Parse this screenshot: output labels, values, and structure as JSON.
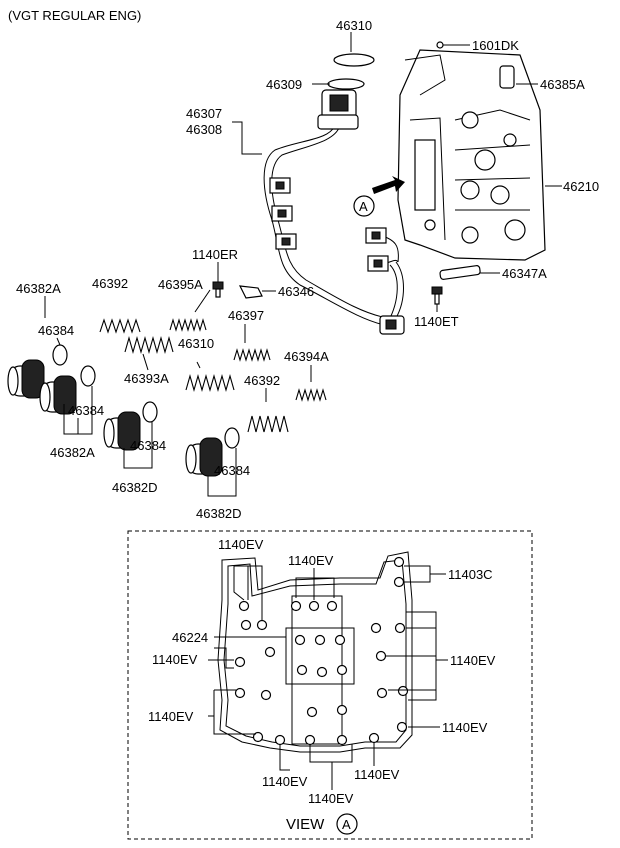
{
  "header": {
    "title": "(VGT REGULAR ENG)"
  },
  "callouts": {
    "p46310_top": "46310",
    "p1601DK": "1601DK",
    "p46309": "46309",
    "p46385A": "46385A",
    "p46307": "46307",
    "p46308": "46308",
    "p46210": "46210",
    "p1140ER": "1140ER",
    "p46346": "46346",
    "p46347A": "46347A",
    "p1140ET": "1140ET",
    "p46382A_1": "46382A",
    "p46392_1": "46392",
    "p46395A": "46395A",
    "p46384_1": "46384",
    "p46397": "46397",
    "p46310_mid": "46310",
    "p46393A": "46393A",
    "p46394A": "46394A",
    "p46392_2": "46392",
    "p46384_2": "46384",
    "p46382A_2": "46382A",
    "p46384_3": "46384",
    "p46382D_1": "46382D",
    "p46384_4": "46384",
    "p46382D_2": "46382D",
    "view_a_marker": "A"
  },
  "view_a": {
    "ev_top_left": "1140EV",
    "ev_top_center": "1140EV",
    "p11403C": "11403C",
    "p46224": "46224",
    "ev_left_mid": "1140EV",
    "ev_right_mid": "1140EV",
    "ev_left_low": "1140EV",
    "ev_right_low": "1140EV",
    "ev_bottom_1": "1140EV",
    "ev_bottom_2": "1140EV",
    "ev_bottom_3": "1140EV",
    "view_label": "VIEW",
    "view_letter": "A"
  }
}
